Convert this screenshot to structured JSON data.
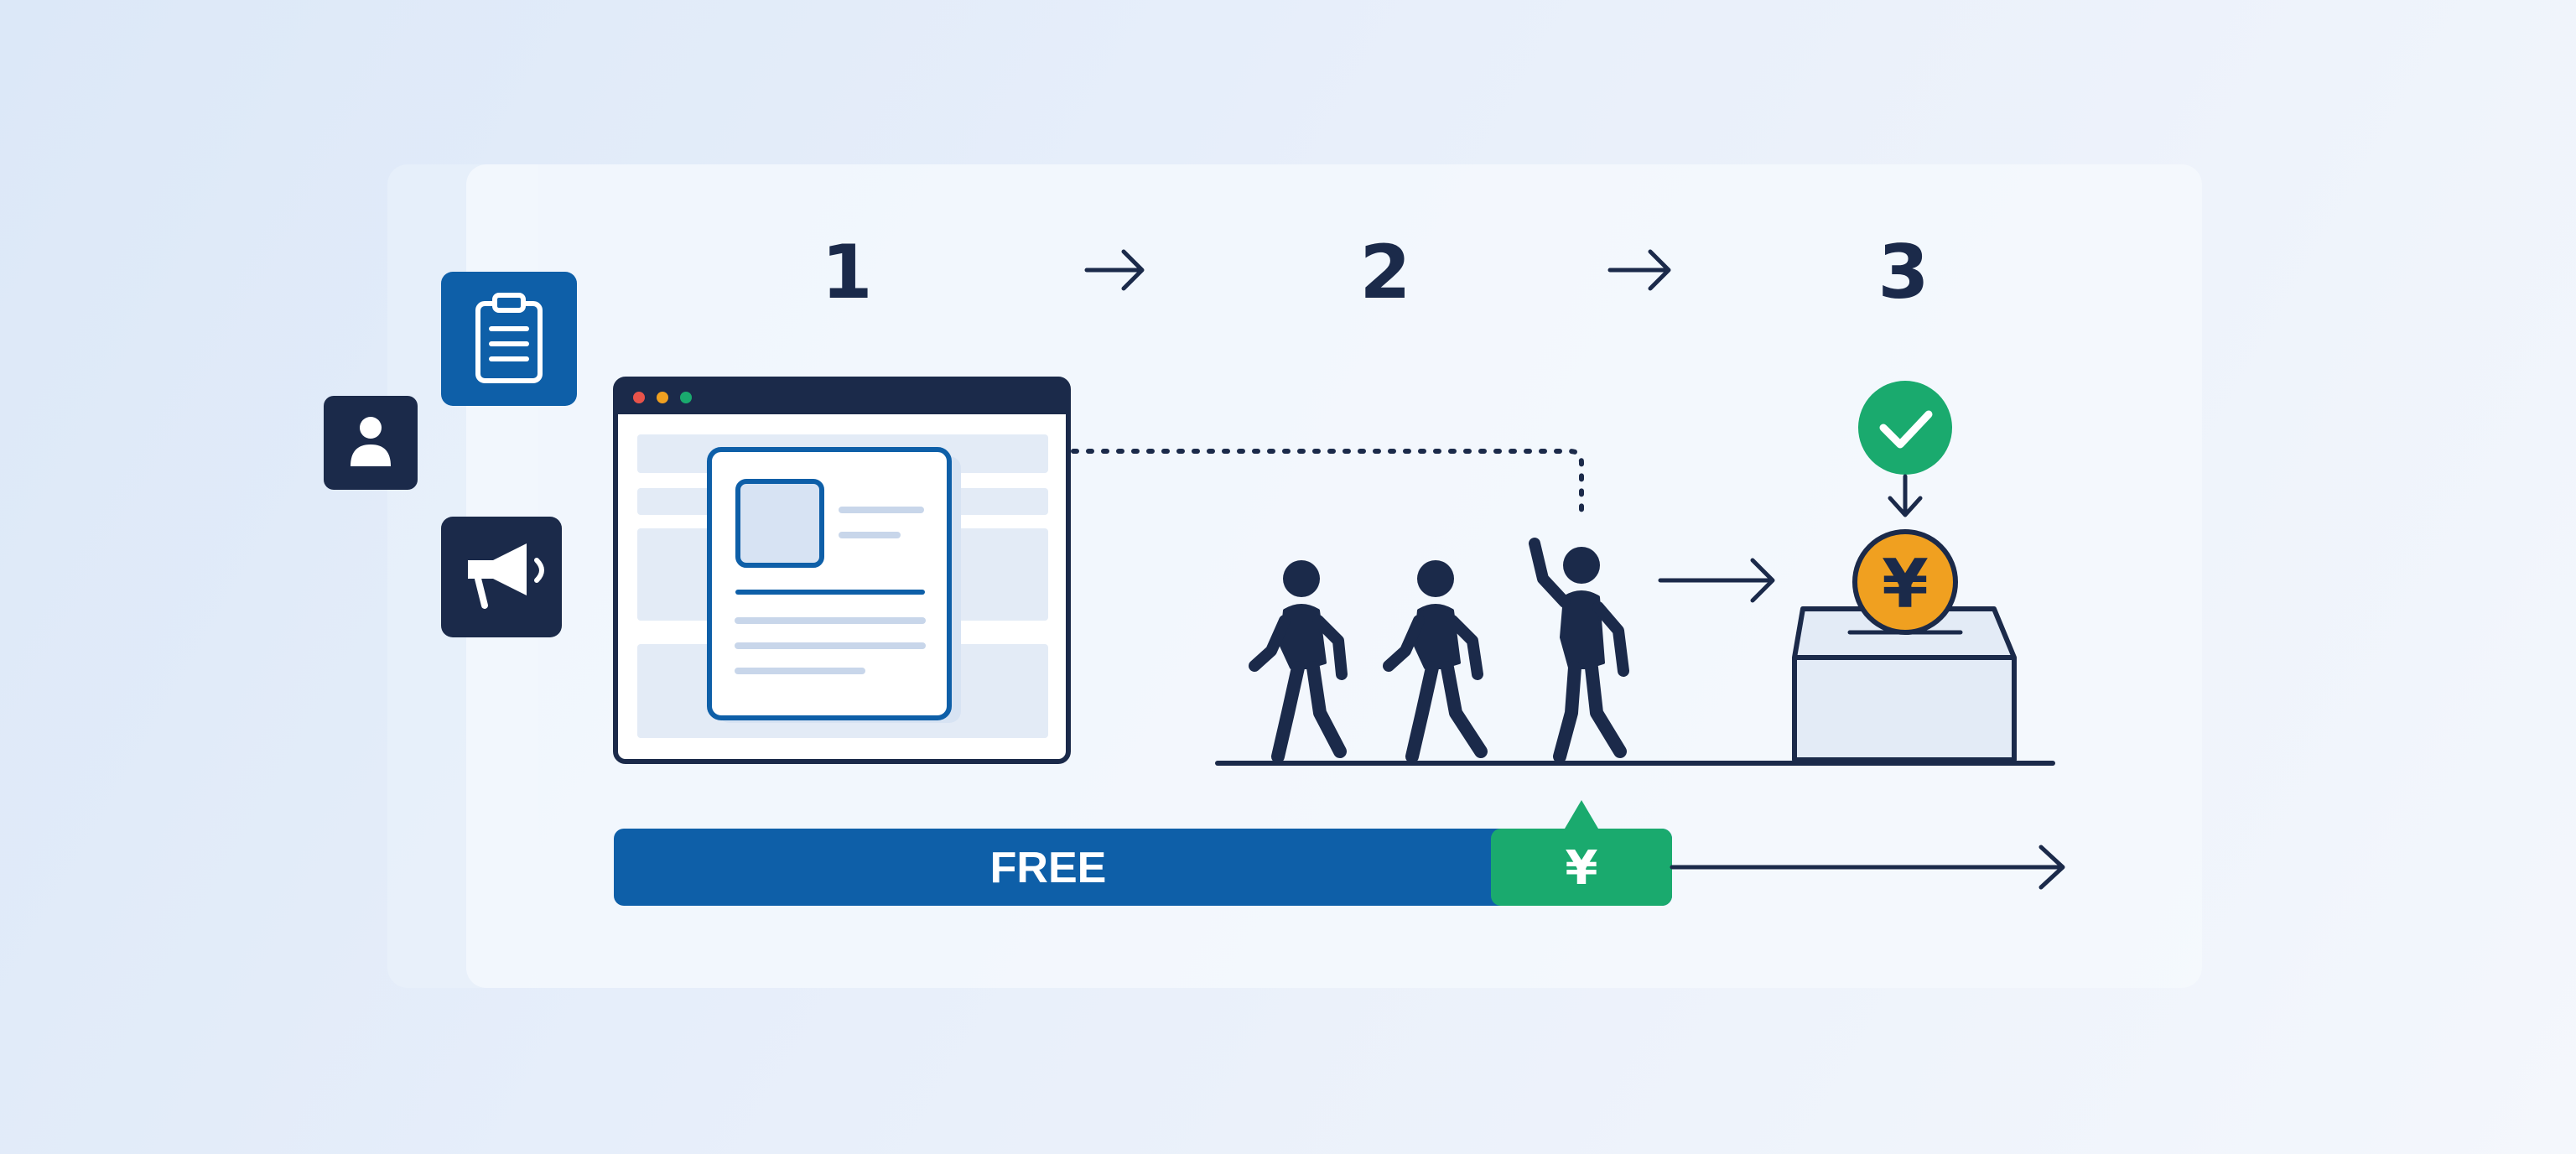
{
  "steps": [
    {
      "number": "1"
    },
    {
      "number": "2"
    },
    {
      "number": "3"
    }
  ],
  "timeline": {
    "free_label": "FREE",
    "paid_label": "¥"
  },
  "coin": {
    "symbol": "¥"
  },
  "side_icons": [
    "clipboard-icon",
    "person-icon",
    "megaphone-icon"
  ],
  "colors": {
    "navy": "#1b2a4a",
    "blue": "#0e5fa8",
    "green": "#1aaa6e",
    "orange": "#f0a020",
    "light_fill": "#e3ebf6"
  }
}
